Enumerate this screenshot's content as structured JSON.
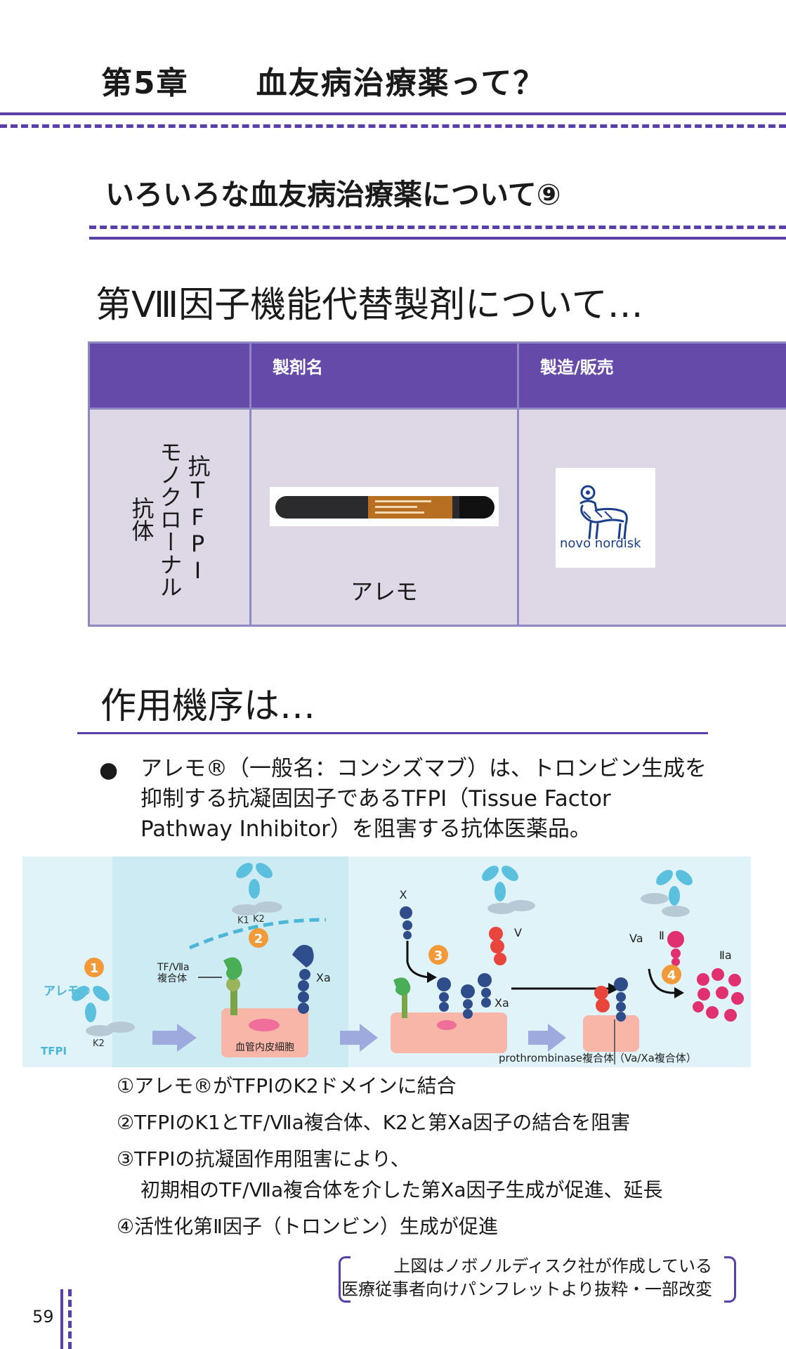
{
  "header": {
    "chapter_no": "第5章",
    "chapter_title": "血友病治療薬って？",
    "section_title": "いろいろな血友病治療薬について⑨"
  },
  "subtitle": "第Ⅷ因子機能代替製剤について…",
  "table": {
    "col_name": "製剤名",
    "col_maker": "製造/販売",
    "category_lines": [
      "抗TFPI",
      "モノクローナル",
      "抗体"
    ],
    "product_name": "アレモ",
    "maker_logo_text": "novo nordisk"
  },
  "mechanism": {
    "title": "作用機序は…",
    "bullet": "●",
    "paragraph_lines": [
      "アレモ®（一般名：コンシズマブ）は、トロンビン生成を",
      "抑制する抗凝固因子であるTFPI（Tissue Factor",
      "Pathway Inhibitor）を阻害する抗体医薬品。"
    ]
  },
  "diagram": {
    "labels": {
      "alemo": "アレモ®",
      "tfpi": "TFPI",
      "k2a": "K2",
      "k1": "K1",
      "k2b": "K2",
      "tf_complex_1": "TF/Ⅶa",
      "tf_complex_2": "複合体",
      "xa1": "Xa",
      "endothelial": "血管内皮細胞",
      "x": "X",
      "v": "V",
      "xa2": "Xa",
      "va": "Va",
      "ii": "Ⅱ",
      "iia": "Ⅱa",
      "prothrombinase": "prothrombinase複合体（Va/Xa複合体）"
    },
    "step_numbers": [
      "1",
      "2",
      "3",
      "4"
    ],
    "colors": {
      "background": "#dff3f9",
      "antibody": "#5bc0de",
      "tfpi": "#b8c9d6",
      "step_badge": "#f29a3a",
      "arrow": "#9ea9de",
      "cell": "#f7b6a8",
      "xa": "#2f4d8a",
      "tf": "#4aae57",
      "v": "#e8453c",
      "thrombin": "#e0306f"
    }
  },
  "steps": [
    "①アレモ®がTFPIのK2ドメインに結合",
    "②TFPIのK1とTF/Ⅶa複合体、K2と第Ⅹa因子の結合を阻害",
    "③TFPIの抗凝固作用阻害により、",
    "初期相のTF/Ⅶa複合体を介した第Ⅹa因子生成が促進、延長",
    "④活性化第Ⅱ因子（トロンビン）生成が促進"
  ],
  "note_lines": [
    "上図はノボノルディスク社が作成している",
    "医療従事者向けパンフレットより抜粋・一部改変"
  ],
  "page_number": "59",
  "accent_color": "#5a3fa8",
  "header_purple": "#654aaa"
}
